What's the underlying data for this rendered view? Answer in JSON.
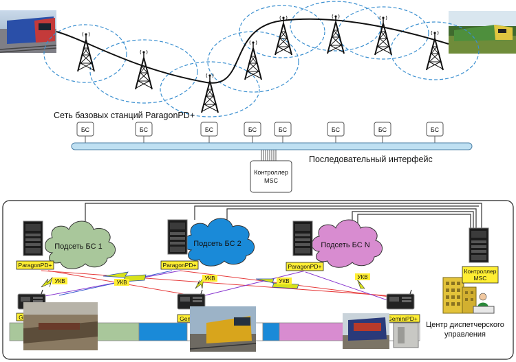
{
  "top": {
    "network_label": "Сеть базовых станций ParagonPD+",
    "bs_label": "БС",
    "bs_count": 8,
    "interface_label": "Последовательный интерфейс",
    "controller_label_line1": "Контроллер",
    "controller_label_line2": "MSC"
  },
  "bottom": {
    "subnets": [
      "Подсеть БС 1",
      "Подсеть БС 2",
      "Подсеть БС N"
    ],
    "paragon_label": "ParagonPD+",
    "gemini_label": "GeminiPD+",
    "ukv_label": "УКВ",
    "controller_label_line1": "Контроллер",
    "controller_label_line2": "MSC",
    "center_label_line1": "Центр диспетчерского",
    "center_label_line2": "управления"
  },
  "colors": {
    "cell_dash": "#3a8fd0",
    "interface_bar": "#bfe0f2",
    "subnet1": "#a9c79b",
    "subnet2": "#1a8ad8",
    "subnetN": "#d88cd0",
    "label_tag": "#ffee33",
    "ukv_bolt": "#d8e21a"
  }
}
